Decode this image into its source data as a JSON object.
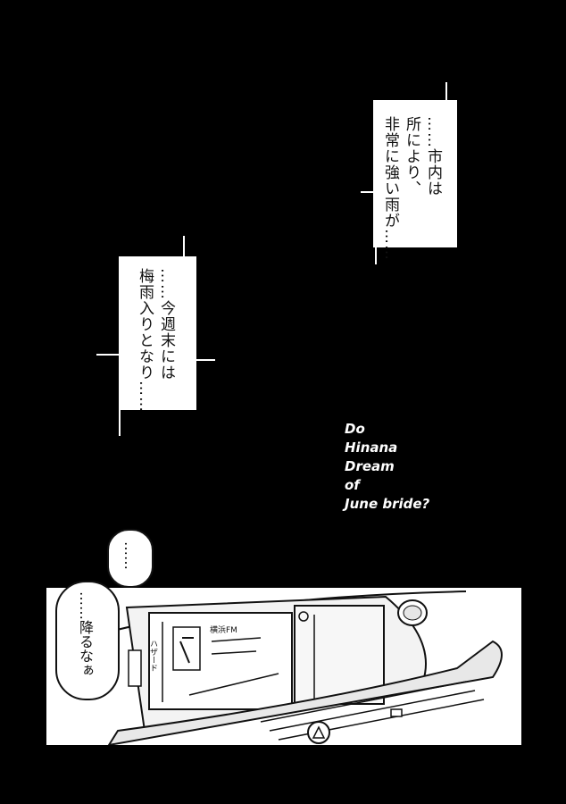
{
  "caption_top_right": {
    "lines": [
      "……市内は",
      "所により、",
      "非常に強い雨が……"
    ]
  },
  "caption_left": {
    "lines": [
      "……今週末には",
      "梅雨入りとなり……"
    ]
  },
  "title": {
    "lines": [
      "Do",
      "Hinana",
      "Dream",
      "of",
      "June bride?"
    ]
  },
  "speech_bubble": {
    "top_text": "……",
    "main_text": "……降るなぁ"
  },
  "car_radio": {
    "station_label": "横浜FM",
    "side_label": "ハザード"
  },
  "colors": {
    "background": "#000000",
    "panel": "#ffffff",
    "ink": "#111111"
  }
}
